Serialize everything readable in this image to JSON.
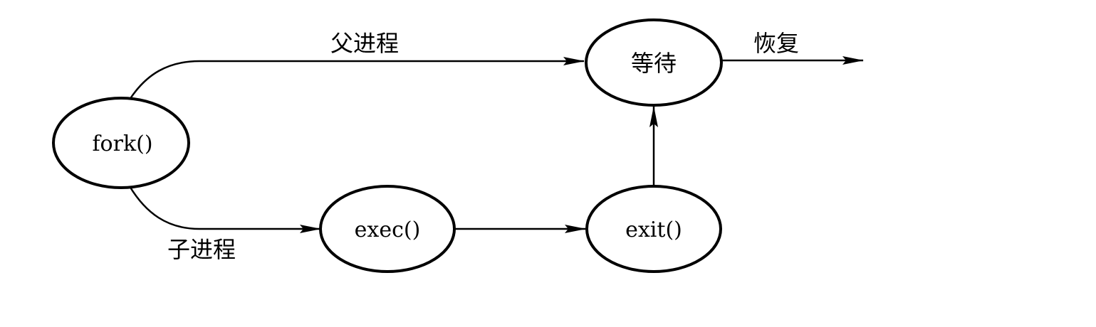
{
  "nodes": {
    "fork": "fork()",
    "wait": "等待",
    "exec": "exec()",
    "exit": "exit()"
  },
  "edges": {
    "parent": "父进程",
    "child": "子进程",
    "resume": "恢复"
  },
  "colors": {
    "ink": "#000000",
    "background": "#ffffff"
  }
}
